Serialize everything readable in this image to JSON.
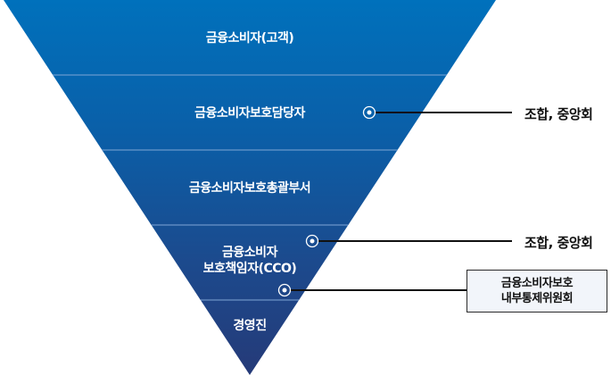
{
  "diagram": {
    "type": "inverted-pyramid",
    "colors": {
      "top": "#0071bc",
      "bottom": "#243b79",
      "separator": "#7fa6d6",
      "connector": "#111111",
      "box_bg": "#f2f5fa"
    },
    "levels": [
      {
        "label": "금융소비자(고객)"
      },
      {
        "label": "금융소비자보호담당자"
      },
      {
        "label": "금융소비자보호총괄부서"
      },
      {
        "label_line1": "금융소비자",
        "label_line2": "보호책임자(CCO)"
      },
      {
        "label": "경영진"
      }
    ],
    "callouts": [
      {
        "label": "조합, 중앙회",
        "attached_to": "금융소비자보호담당자"
      },
      {
        "label": "조합, 중앙회",
        "attached_to": "금융소비자 보호책임자(CCO)"
      },
      {
        "label_line1": "금융소비자보호",
        "label_line2": "내부통제위원회",
        "attached_to": "금융소비자 보호책임자(CCO)"
      }
    ]
  }
}
